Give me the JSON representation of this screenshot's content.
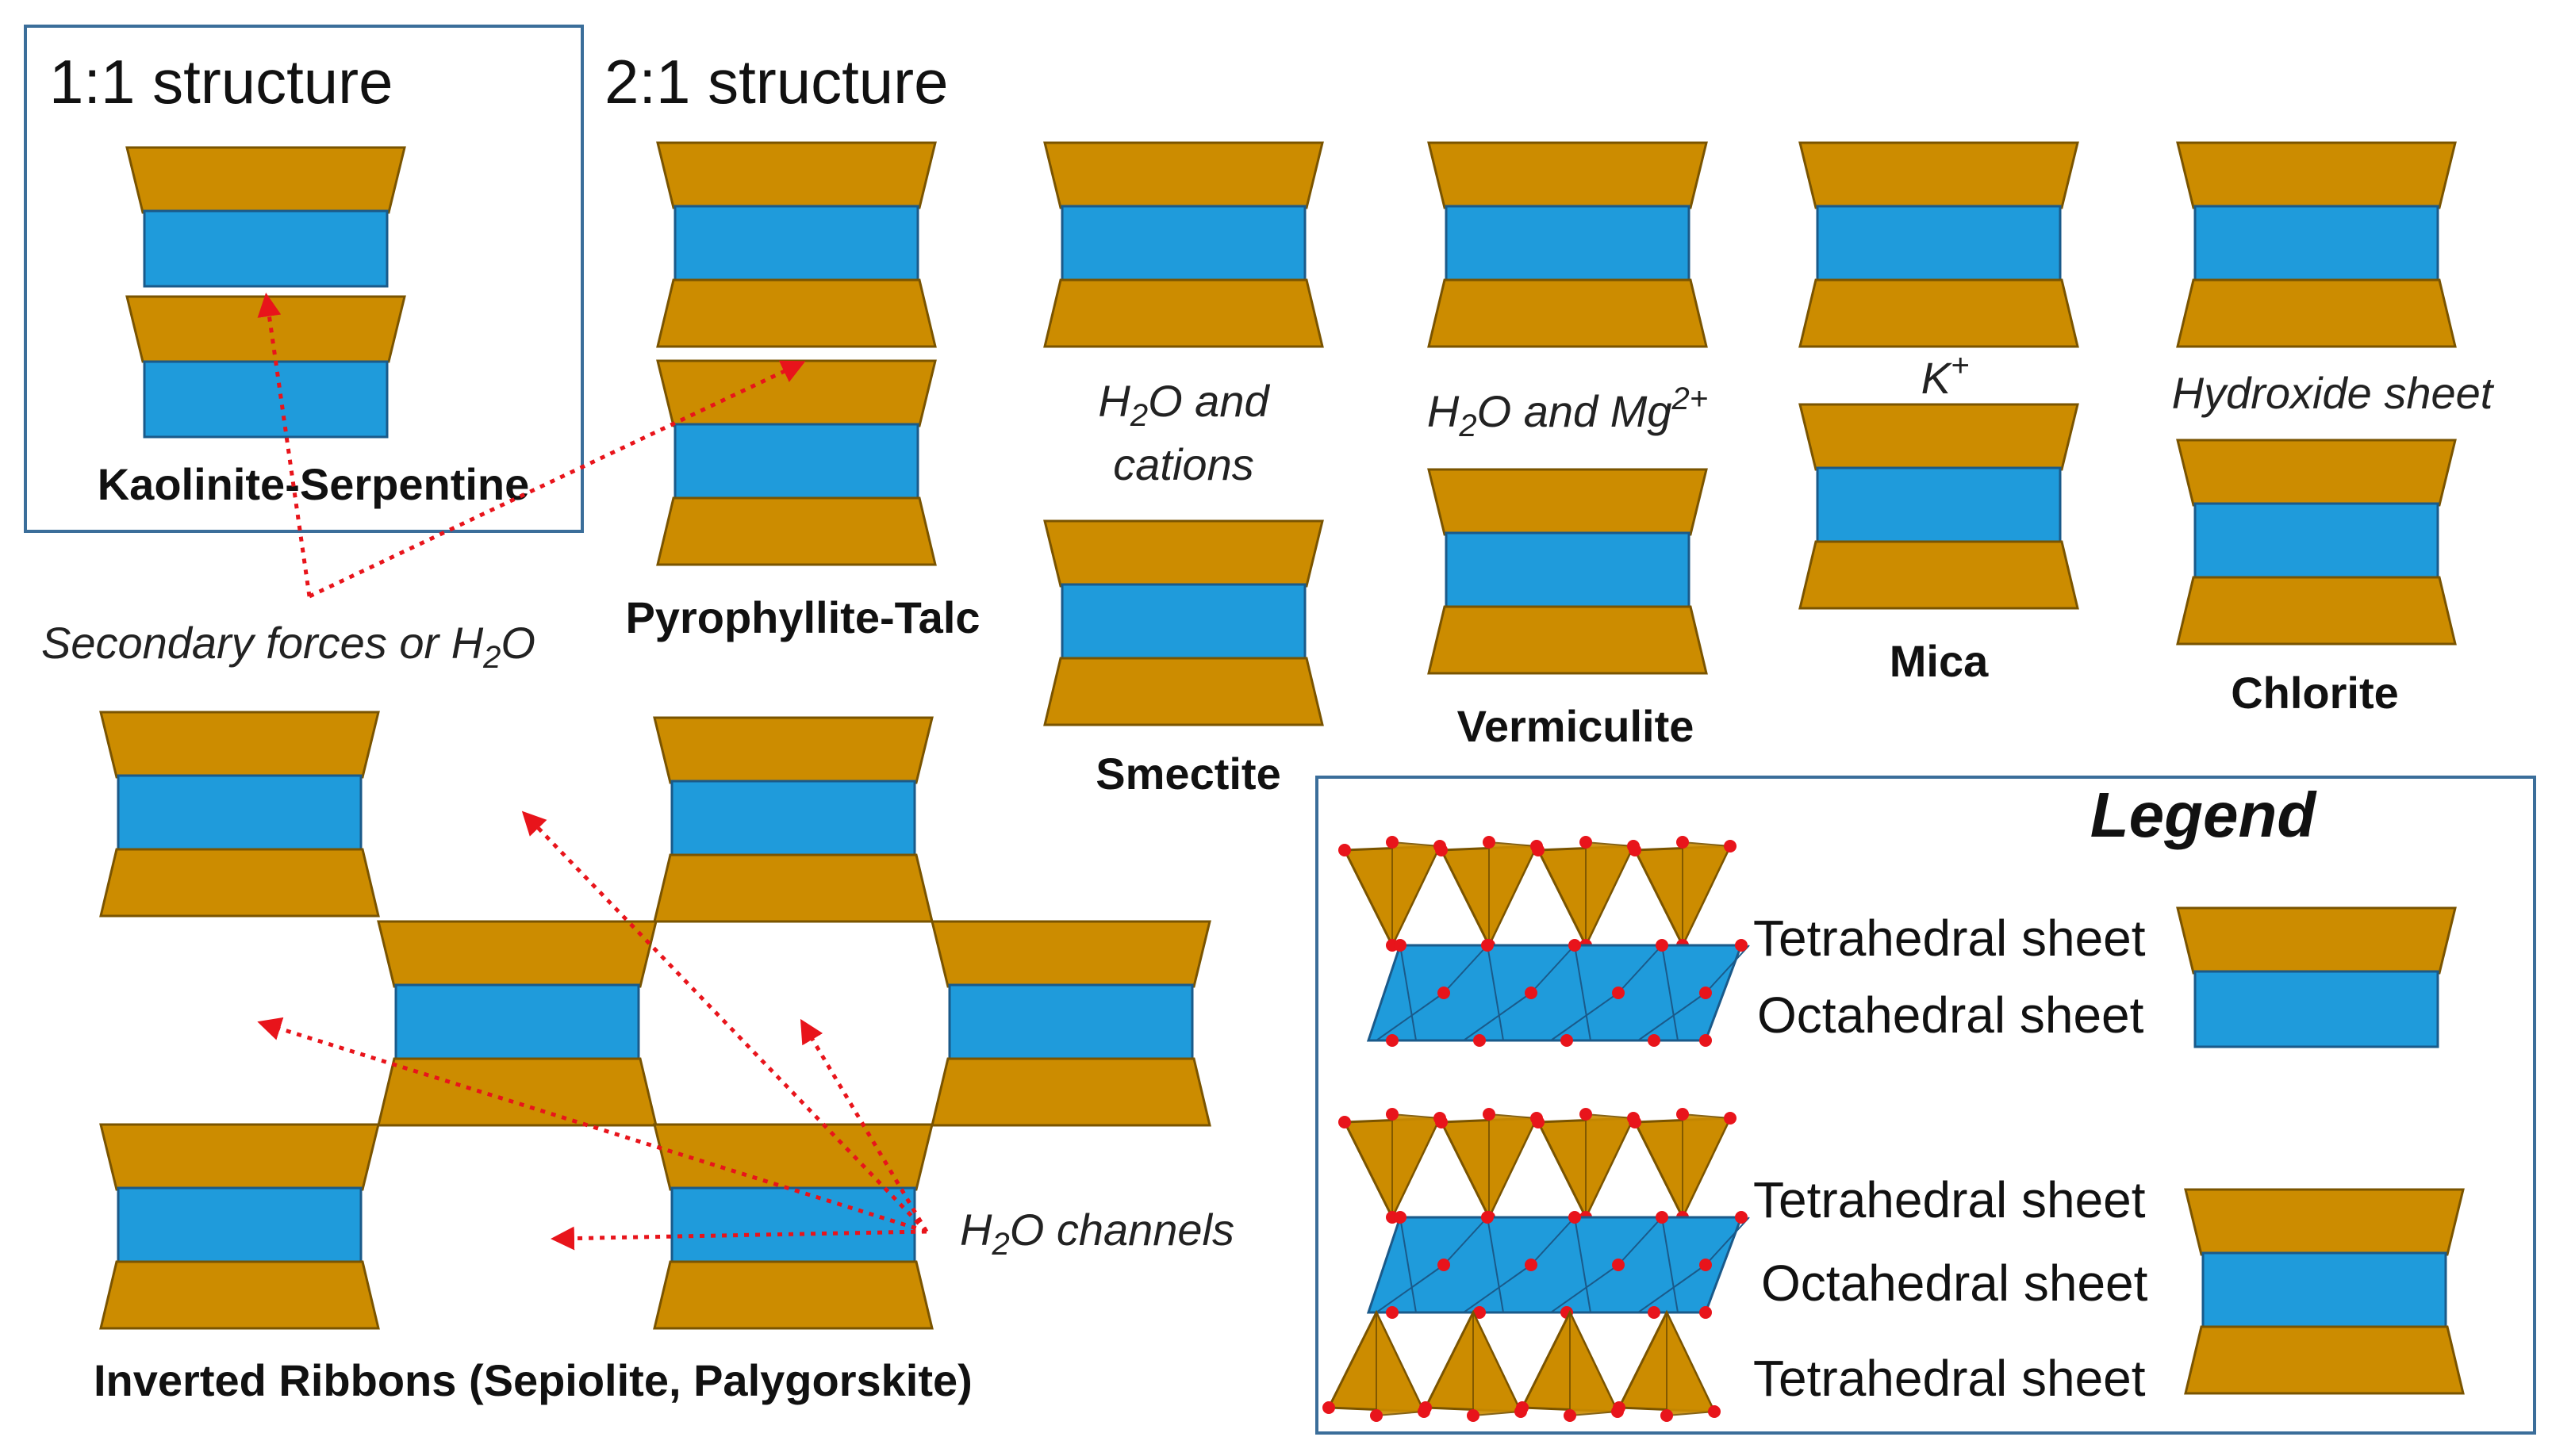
{
  "colors": {
    "tetrahedral": "#CC8C00",
    "tetrahedral_stroke": "#7a5400",
    "octahedral": "#1F9BDB",
    "octahedral_stroke": "#1a5a8a",
    "arrow": "#E8141B",
    "frame": "#3b6e9a",
    "node": "#E8141B"
  },
  "titles": {
    "one_to_one": "1:1 structure",
    "two_to_one": "2:1 structure"
  },
  "minerals": {
    "kaolinite": "Kaolinite-Serpentine",
    "pyrophyllite": "Pyrophyllite-Talc",
    "smectite": "Smectite",
    "vermiculite": "Vermiculite",
    "mica": "Mica",
    "chlorite": "Chlorite",
    "ribbons": "Inverted Ribbons (Sepiolite, Palygorskite)"
  },
  "interlayer": {
    "smectite_line1": "H",
    "smectite_sub1": "2",
    "smectite_line1_rest": "O and",
    "smectite_line2": "cations",
    "vermiculite_pre": "H",
    "vermiculite_sub": "2",
    "vermiculite_mid": "O and Mg",
    "vermiculite_sup": "2+",
    "mica_base": "K",
    "mica_sup": "+",
    "chlorite": "Hydroxide sheet",
    "secondary_pre": "Secondary forces or H",
    "secondary_sub": "2",
    "secondary_post": "O",
    "channels_pre": "H",
    "channels_sub": "2",
    "channels_post": "O channels"
  },
  "legend": {
    "title": "Legend",
    "tetrahedral_sheet": "Tetrahedral sheet",
    "octahedral_sheet": "Octahedral sheet"
  }
}
